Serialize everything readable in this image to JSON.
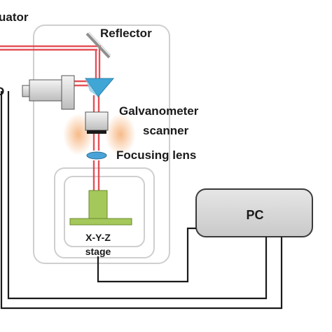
{
  "labels": {
    "actuator": "uator",
    "reflector": "Reflector",
    "galvo_line1": "Galvanometer",
    "galvo_line2": "scanner",
    "focusing_lens": "Focusing lens",
    "stage_line1": "X-Y-Z",
    "stage_line2": "stage",
    "pc": "PC",
    "left_edge_char": "D"
  },
  "colors": {
    "laser": "#e0333c",
    "enclosure_stroke": "#bdbdbd",
    "pc_fill": "#d7d7d7",
    "stage_fill": "#a4c85a",
    "lens_fill": "#4aa3d8",
    "prism_fill": "#3fa6d6",
    "glow": "#f6b27a",
    "wire": "#1a1a1a"
  }
}
